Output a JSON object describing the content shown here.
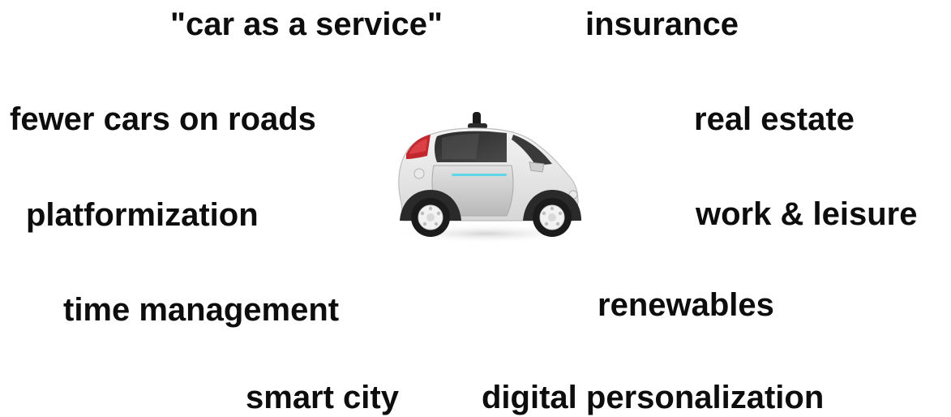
{
  "terms": [
    "\"car as a service\"",
    "insurance",
    "fewer cars on roads",
    "real estate",
    "platformization",
    "work & leisure",
    "time management",
    "renewables",
    "smart city",
    "digital personalization"
  ],
  "image": {
    "icon": "self-driving-car-icon"
  }
}
